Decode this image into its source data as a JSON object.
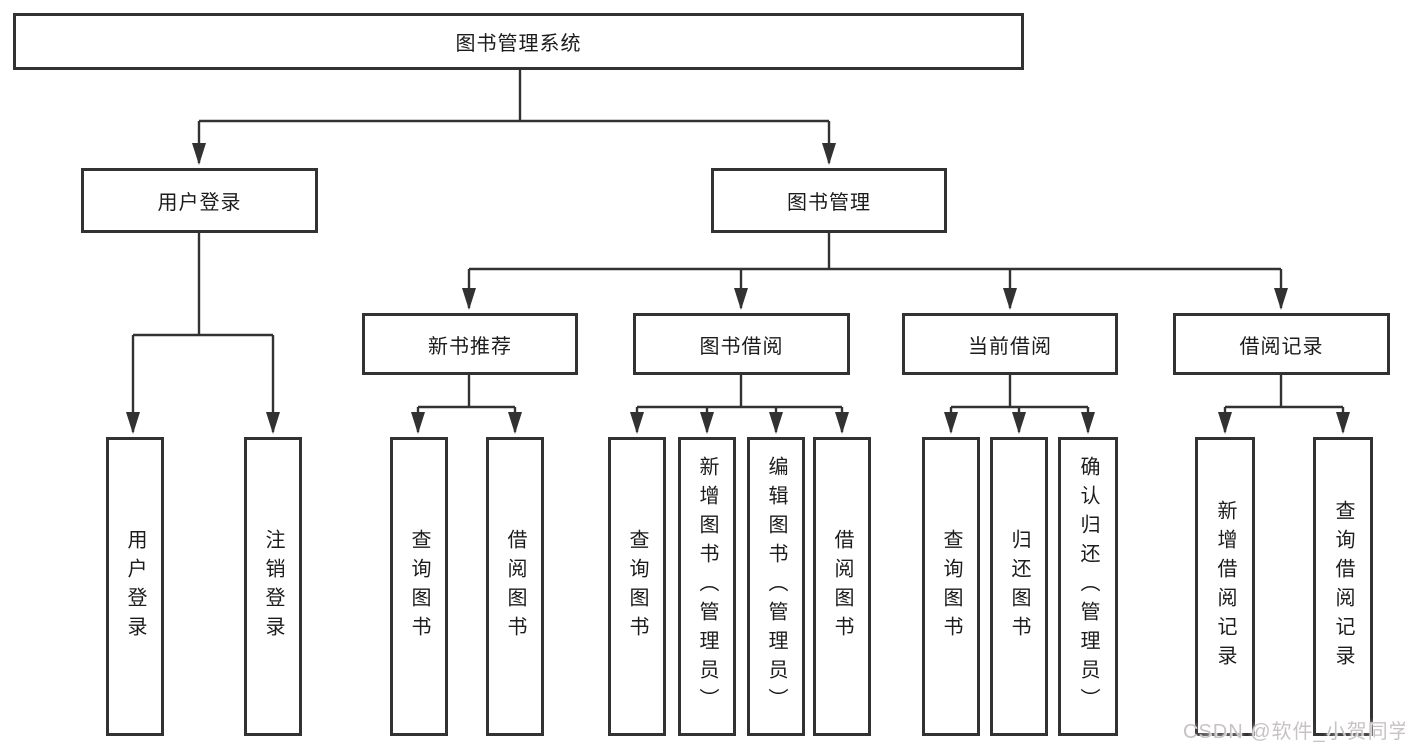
{
  "diagram": {
    "type": "hierarchy-tree",
    "colors": {
      "line": "#323232",
      "box_border": "#323232",
      "text": "#1c1c1c",
      "background": "#ffffff",
      "watermark": "#c8c3c3"
    },
    "tree": {
      "root": {
        "label": "图书管理系统"
      },
      "children": [
        {
          "label": "用户登录",
          "children": [
            {
              "label": "用户登录"
            },
            {
              "label": "注销登录"
            }
          ]
        },
        {
          "label": "图书管理",
          "children": [
            {
              "label": "新书推荐",
              "children": [
                {
                  "label": "查询图书"
                },
                {
                  "label": "借阅图书"
                }
              ]
            },
            {
              "label": "图书借阅",
              "children": [
                {
                  "label": "查询图书"
                },
                {
                  "label": "新增图书（管理员）"
                },
                {
                  "label": "编辑图书（管理员）"
                },
                {
                  "label": "借阅图书"
                }
              ]
            },
            {
              "label": "当前借阅",
              "children": [
                {
                  "label": "查询图书"
                },
                {
                  "label": "归还图书"
                },
                {
                  "label": "确认归还（管理员）"
                }
              ]
            },
            {
              "label": "借阅记录",
              "children": [
                {
                  "label": "新增借阅记录"
                },
                {
                  "label": "查询借阅记录"
                }
              ]
            }
          ]
        }
      ]
    },
    "watermark": {
      "text": "CSDN @软件_小贺同学"
    }
  }
}
